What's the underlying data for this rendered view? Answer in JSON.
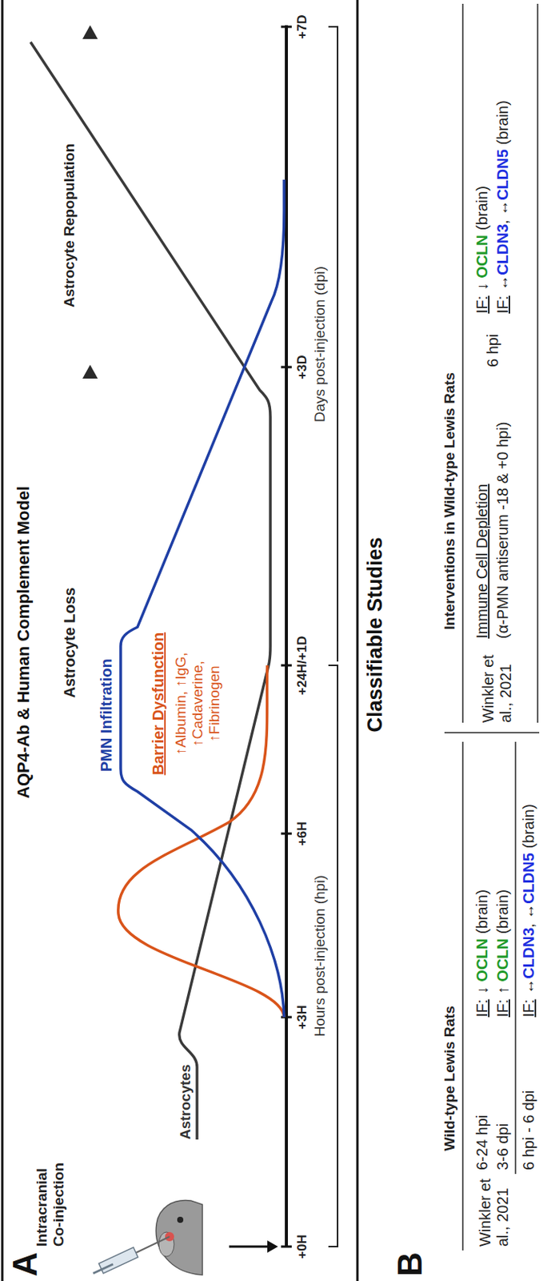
{
  "diagram": {
    "labels": [
      "A",
      "AQP4-Ab & Human Complement Model",
      "Intracranial Co-injection",
      "Astrocytes",
      "Astrocyte Loss",
      "Astrocyte Repopulation",
      "PMN Infiltration",
      "Barrier Dysfunction",
      "↑Albumin, ↑IgG, ↑Cadaverine, ↑Fibrinogen",
      "+0H",
      "+3H",
      "+6H",
      "+24H/+1D",
      "+3D",
      "+7D",
      "Hours post-injection (hpi)",
      "Days post-injection (dpi)",
      "B",
      "Classifiable Studies",
      "Wild-type Lewis Rats",
      "Winkler et al., 2021",
      "6-24 hpi",
      "3-6 dpi",
      "6 hpi - 6 dpi",
      "IF:",
      "↓",
      "OCLN",
      "(brain)",
      "IF:",
      "↑",
      "OCLN",
      "(brain)",
      "IF:",
      "↔",
      "CLDN3",
      ", ↔",
      "CLDN5",
      "(brain)",
      "Interventions in Wild-type Lewis Rats",
      "Winkler et al., 2021",
      "Immune Cell Depletion",
      "(α-PMN antiserum -18 & +0 hpi)",
      "6 hpi",
      "IF:",
      "↓",
      "OCLN",
      "(brain)",
      "IF:",
      "↔",
      "CLDN3",
      ", ↔",
      "CLDN5",
      "(brain)"
    ]
  }
}
